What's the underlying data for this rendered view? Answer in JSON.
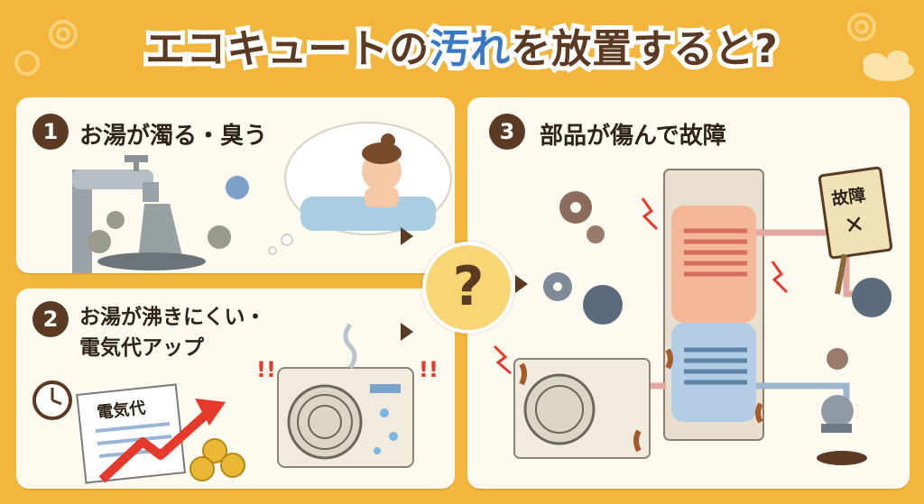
{
  "title": {
    "part1": "エコキュートの",
    "part2": "汚れ",
    "part3": "を放置すると?"
  },
  "center_symbol": "?",
  "panels": [
    {
      "number": "1",
      "heading": "お湯が濁る・臭う"
    },
    {
      "number": "2",
      "heading_line1": "お湯が沸きにくい・",
      "heading_line2": "電気代アップ"
    },
    {
      "number": "3",
      "heading": "部品が傷んで故障"
    }
  ],
  "bill_label": "電気代",
  "sign": {
    "line1": "故障",
    "mark": "✕"
  },
  "alert_marks": "!!",
  "colors": {
    "background": "#f3b63c",
    "title_dark": "#5a3a22",
    "title_accent": "#3b78c4",
    "panel": "#fffaf0",
    "rust": "#a45a2a"
  }
}
